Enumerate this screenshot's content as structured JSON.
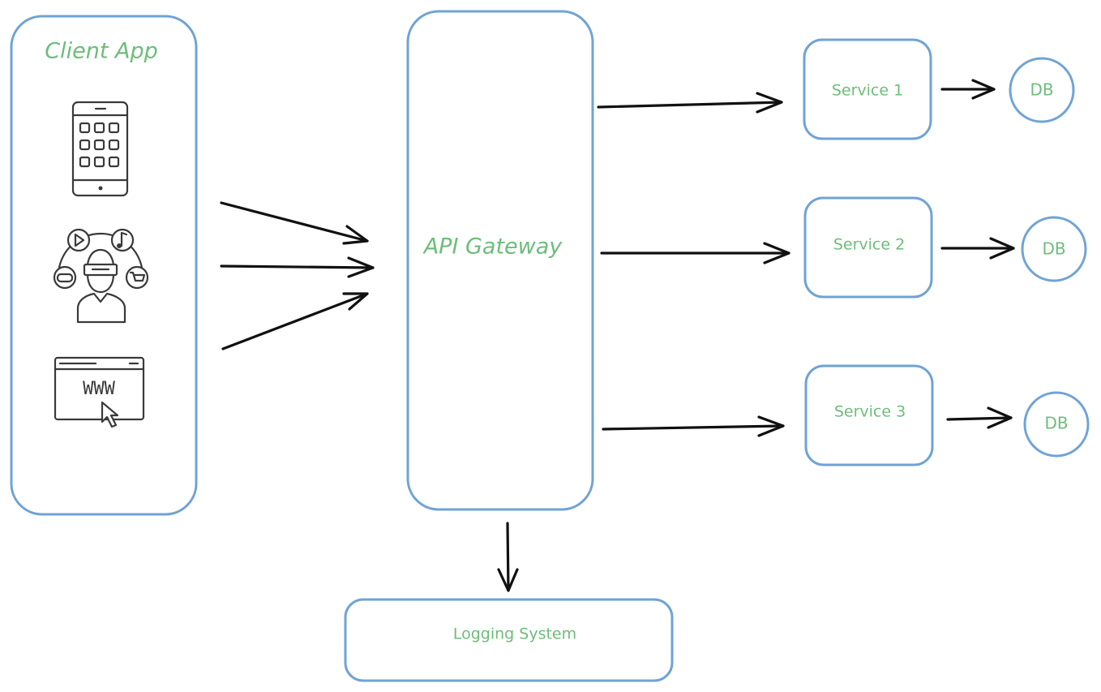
{
  "diagram": {
    "client_app": {
      "label": "Client App",
      "icons": [
        "mobile-app-icon",
        "vr-entertainment-user-icon",
        "web-browser-www-icon"
      ]
    },
    "gateway": {
      "label": "API Gateway"
    },
    "logging": {
      "label": "Logging System"
    },
    "services": [
      {
        "label": "Service 1",
        "db_label": "DB"
      },
      {
        "label": "Service 2",
        "db_label": "DB"
      },
      {
        "label": "Service 3",
        "db_label": "DB"
      }
    ],
    "colors": {
      "box_stroke": "#6fa3d6",
      "label_text": "#6dbd7a",
      "arrow": "#111111",
      "icon": "#3a3a3a"
    }
  }
}
